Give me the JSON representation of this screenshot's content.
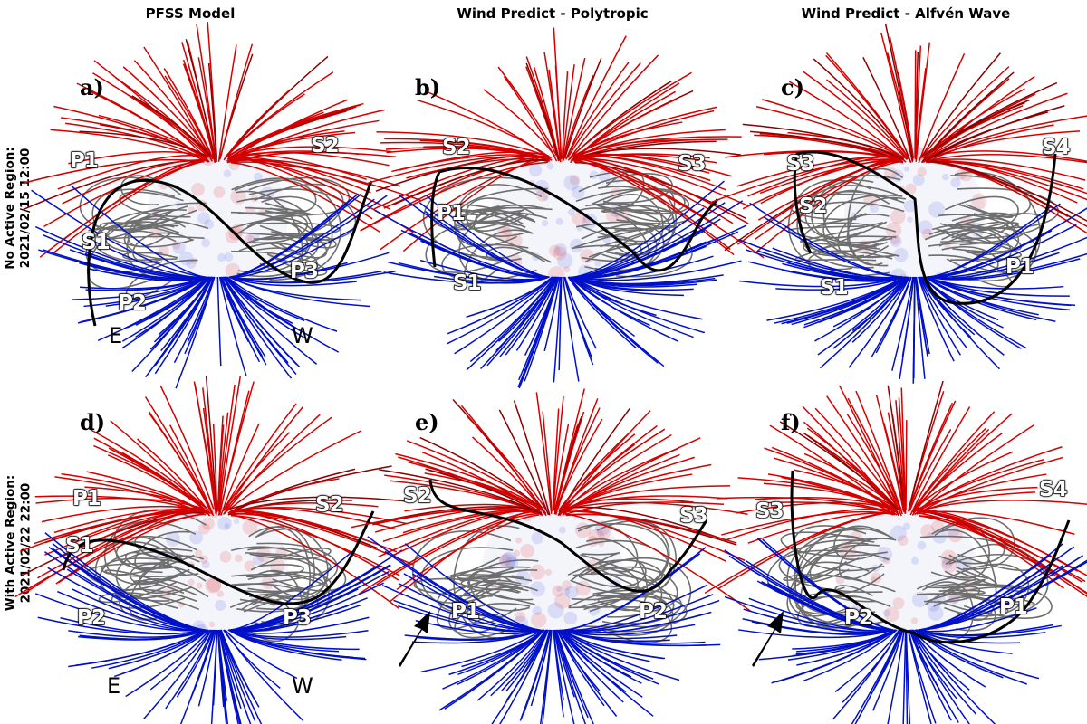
{
  "columns": [
    "PFSS Model",
    "Wind Predict - Polytropic",
    "Wind Predict - Alfvén Wave"
  ],
  "rows": [
    {
      "line1": "No Active Region:",
      "line2": "2021/02/15 12:00"
    },
    {
      "line1": "With Active Region:",
      "line2": "2021/02/22 22:00"
    }
  ],
  "colors": {
    "open_positive": "#d40000",
    "open_negative": "#0010c8",
    "closed": "#6e6e6e",
    "neutral_line": "#000000"
  },
  "panels": [
    {
      "letter": "a)",
      "labels": [
        "P1",
        "S2",
        "S1",
        "P3",
        "P2"
      ],
      "directions": [
        "E",
        "W"
      ],
      "arrow": false
    },
    {
      "letter": "b)",
      "labels": [
        "S2",
        "S3",
        "P1",
        "S1"
      ],
      "directions": [],
      "arrow": false
    },
    {
      "letter": "c)",
      "labels": [
        "S3",
        "S4",
        "S2",
        "P1",
        "S1"
      ],
      "directions": [],
      "arrow": false
    },
    {
      "letter": "d)",
      "labels": [
        "P1",
        "S2",
        "S1",
        "P2",
        "P3"
      ],
      "directions": [
        "E",
        "W"
      ],
      "arrow": false
    },
    {
      "letter": "e)",
      "labels": [
        "S2",
        "S3",
        "P1",
        "P2"
      ],
      "directions": [],
      "arrow": true
    },
    {
      "letter": "f)",
      "labels": [
        "S3",
        "S4",
        "P2",
        "P1"
      ],
      "directions": [],
      "arrow": true
    }
  ]
}
